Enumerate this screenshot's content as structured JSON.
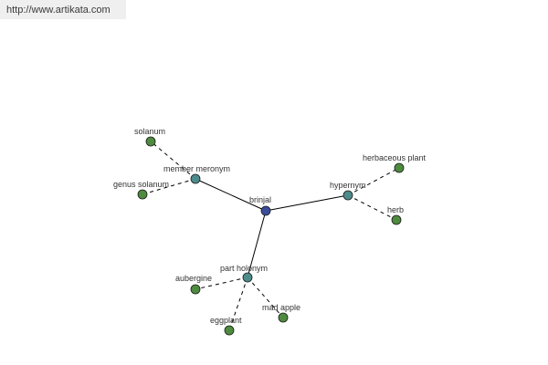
{
  "url": "http://www.artikata.com",
  "colors": {
    "root": "#3a4e9a",
    "relation": "#4e8c8c",
    "leaf": "#4e8b3e",
    "edge": "#000000"
  },
  "nodes": [
    {
      "id": "brinjal",
      "label": "brinjal",
      "kind": "root"
    },
    {
      "id": "member-meronym",
      "label": "member meronym",
      "kind": "relation"
    },
    {
      "id": "hypernym",
      "label": "hypernym",
      "kind": "relation"
    },
    {
      "id": "part-holonym",
      "label": "part holonym",
      "kind": "relation"
    },
    {
      "id": "solanum",
      "label": "solanum",
      "kind": "leaf"
    },
    {
      "id": "genus-solanum",
      "label": "genus solanum",
      "kind": "leaf"
    },
    {
      "id": "herbaceous-plant",
      "label": "herbaceous plant",
      "kind": "leaf"
    },
    {
      "id": "herb",
      "label": "herb",
      "kind": "leaf"
    },
    {
      "id": "aubergine",
      "label": "aubergine",
      "kind": "leaf"
    },
    {
      "id": "eggplant",
      "label": "eggplant",
      "kind": "leaf"
    },
    {
      "id": "mad-apple",
      "label": "mad apple",
      "kind": "leaf"
    }
  ],
  "edges": [
    {
      "from": "brinjal",
      "to": "member-meronym",
      "style": "solid"
    },
    {
      "from": "brinjal",
      "to": "hypernym",
      "style": "solid"
    },
    {
      "from": "brinjal",
      "to": "part-holonym",
      "style": "solid"
    },
    {
      "from": "member-meronym",
      "to": "solanum",
      "style": "dashed"
    },
    {
      "from": "member-meronym",
      "to": "genus-solanum",
      "style": "dashed"
    },
    {
      "from": "hypernym",
      "to": "herbaceous-plant",
      "style": "dashed"
    },
    {
      "from": "hypernym",
      "to": "herb",
      "style": "dashed"
    },
    {
      "from": "part-holonym",
      "to": "aubergine",
      "style": "dashed"
    },
    {
      "from": "part-holonym",
      "to": "eggplant",
      "style": "dashed"
    },
    {
      "from": "part-holonym",
      "to": "mad-apple",
      "style": "dashed"
    }
  ]
}
